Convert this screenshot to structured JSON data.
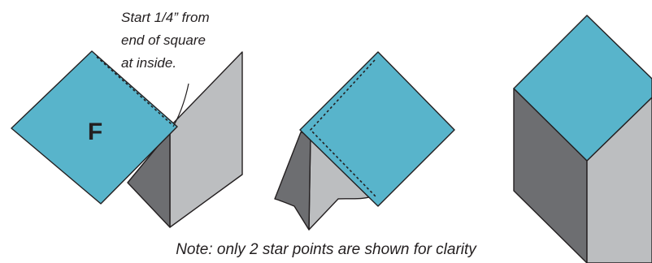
{
  "diagram": {
    "callout": {
      "lines": [
        "Start 1/4” from",
        "end of square",
        "at inside."
      ]
    },
    "square_label": "F",
    "note": "Note: only 2 star points are shown for clarity"
  },
  "colors": {
    "square": "#58b4cb",
    "dark_face": "#6d6e71",
    "light_face": "#bcbec0",
    "outline": "#231f20"
  }
}
